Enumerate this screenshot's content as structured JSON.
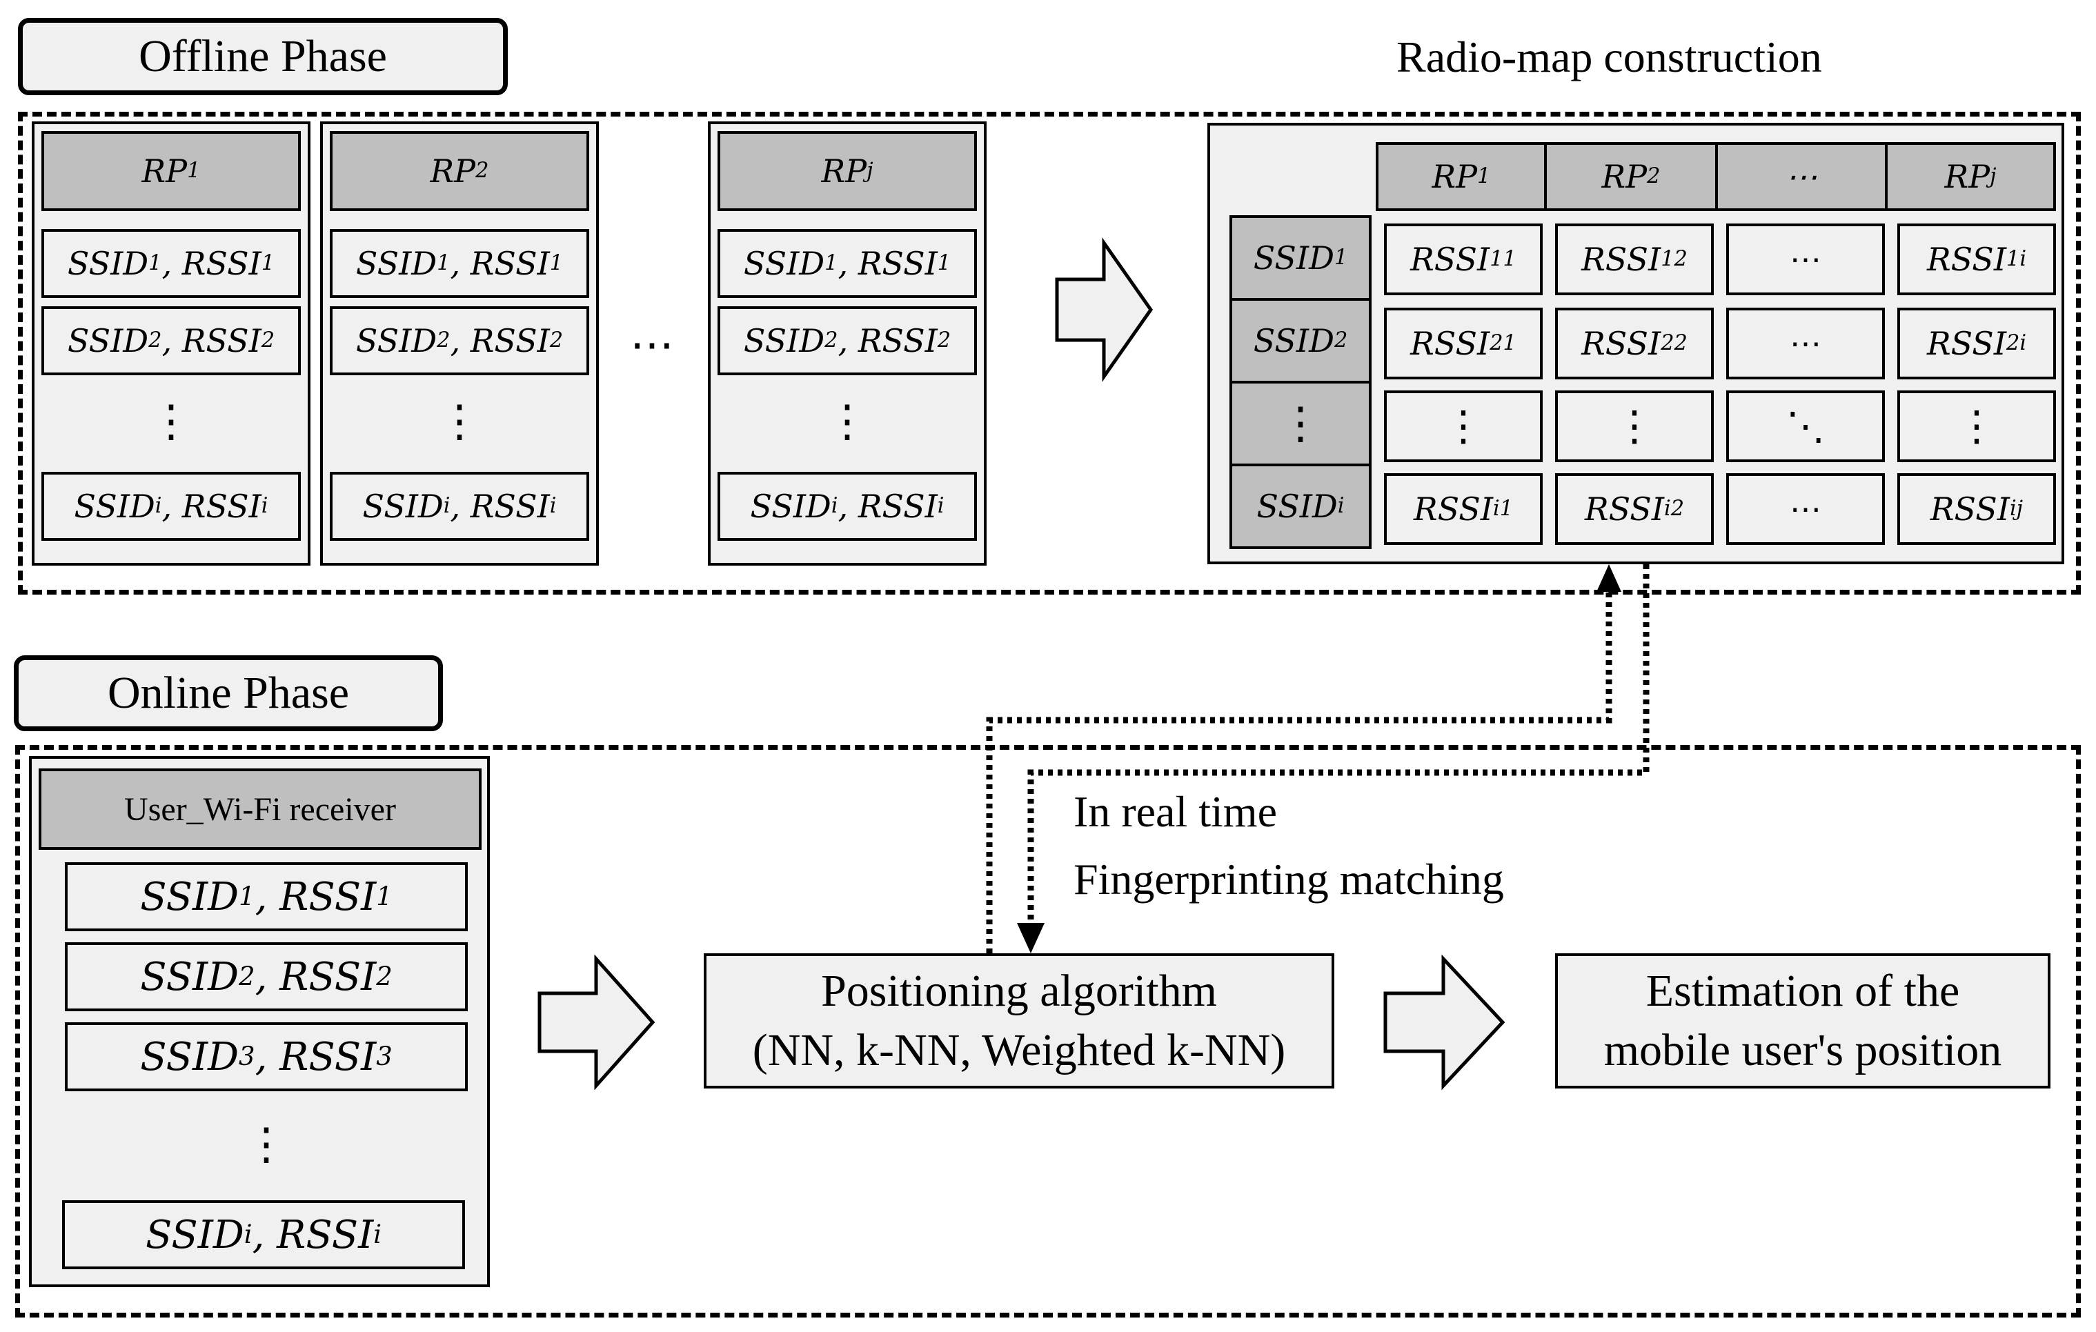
{
  "offline": {
    "title": "Offline Phase",
    "radio_map_title": "Radio-map construction",
    "gap_dots": "⋯",
    "columns": [
      {
        "rp": "RP",
        "rp_sub": "1",
        "rows": [
          {
            "ssid": "SSID",
            "ssid_sub": "1",
            "rssi": "RSSI",
            "rssi_sub": "1"
          },
          {
            "ssid": "SSID",
            "ssid_sub": "2",
            "rssi": "RSSI",
            "rssi_sub": "2"
          }
        ],
        "vdots": "⋮",
        "last": {
          "ssid": "SSID",
          "ssid_sub": "i",
          "rssi": "RSSI",
          "rssi_sub": "i"
        }
      },
      {
        "rp": "RP",
        "rp_sub": "2",
        "rows": [
          {
            "ssid": "SSID",
            "ssid_sub": "1",
            "rssi": "RSSI",
            "rssi_sub": "1"
          },
          {
            "ssid": "SSID",
            "ssid_sub": "2",
            "rssi": "RSSI",
            "rssi_sub": "2"
          }
        ],
        "vdots": "⋮",
        "last": {
          "ssid": "SSID",
          "ssid_sub": "i",
          "rssi": "RSSI",
          "rssi_sub": "i"
        }
      },
      {
        "rp": "RP",
        "rp_sub": "j",
        "rows": [
          {
            "ssid": "SSID",
            "ssid_sub": "1",
            "rssi": "RSSI",
            "rssi_sub": "1"
          },
          {
            "ssid": "SSID",
            "ssid_sub": "2",
            "rssi": "RSSI",
            "rssi_sub": "2"
          }
        ],
        "vdots": "⋮",
        "last": {
          "ssid": "SSID",
          "ssid_sub": "i",
          "rssi": "RSSI",
          "rssi_sub": "i"
        }
      }
    ],
    "radio_map": {
      "col_headers": [
        {
          "t": "RP",
          "s": "1"
        },
        {
          "t": "RP",
          "s": "2"
        },
        {
          "t": "⋯",
          "s": ""
        },
        {
          "t": "RP",
          "s": "j"
        }
      ],
      "row_headers": [
        {
          "t": "SSID",
          "s": "1"
        },
        {
          "t": "SSID",
          "s": "2"
        },
        {
          "t": "⋮",
          "s": ""
        },
        {
          "t": "SSID",
          "s": "i"
        }
      ],
      "cells": [
        [
          {
            "t": "RSSI",
            "s": "11"
          },
          {
            "t": "RSSI",
            "s": "12"
          },
          {
            "t": "⋯",
            "s": ""
          },
          {
            "t": "RSSI",
            "s": "1i"
          }
        ],
        [
          {
            "t": "RSSI",
            "s": "21"
          },
          {
            "t": "RSSI",
            "s": "22"
          },
          {
            "t": "⋯",
            "s": ""
          },
          {
            "t": "RSSI",
            "s": "2i"
          }
        ],
        [
          {
            "t": "⋮",
            "s": ""
          },
          {
            "t": "⋮",
            "s": ""
          },
          {
            "t": "⋱",
            "s": ""
          },
          {
            "t": "⋮",
            "s": ""
          }
        ],
        [
          {
            "t": "RSSI",
            "s": "i1"
          },
          {
            "t": "RSSI",
            "s": "i2"
          },
          {
            "t": "⋯",
            "s": ""
          },
          {
            "t": "RSSI",
            "s": "ij"
          }
        ]
      ]
    }
  },
  "online": {
    "title": "Online Phase",
    "receiver": {
      "title": "User_Wi-Fi receiver",
      "rows": [
        {
          "ssid": "SSID",
          "ssid_sub": "1",
          "rssi": "RSSI",
          "rssi_sub": "1"
        },
        {
          "ssid": "SSID",
          "ssid_sub": "2",
          "rssi": "RSSI",
          "rssi_sub": "2"
        },
        {
          "ssid": "SSID",
          "ssid_sub": "3",
          "rssi": "RSSI",
          "rssi_sub": "3"
        }
      ],
      "vdots": "⋮",
      "last": {
        "ssid": "SSID",
        "ssid_sub": "i",
        "rssi": "RSSI",
        "rssi_sub": "i"
      }
    },
    "realtime_label": "In real time",
    "matching_label": "Fingerprinting matching",
    "algorithm": {
      "line1": "Positioning algorithm",
      "line2": "(NN, k-NN, Weighted k-NN)"
    },
    "estimation": {
      "line1": "Estimation of the",
      "line2": "mobile user's position"
    }
  },
  "colors": {
    "panel": "#f0f0f0",
    "header": "#bfbfbf",
    "line": "#000000"
  }
}
